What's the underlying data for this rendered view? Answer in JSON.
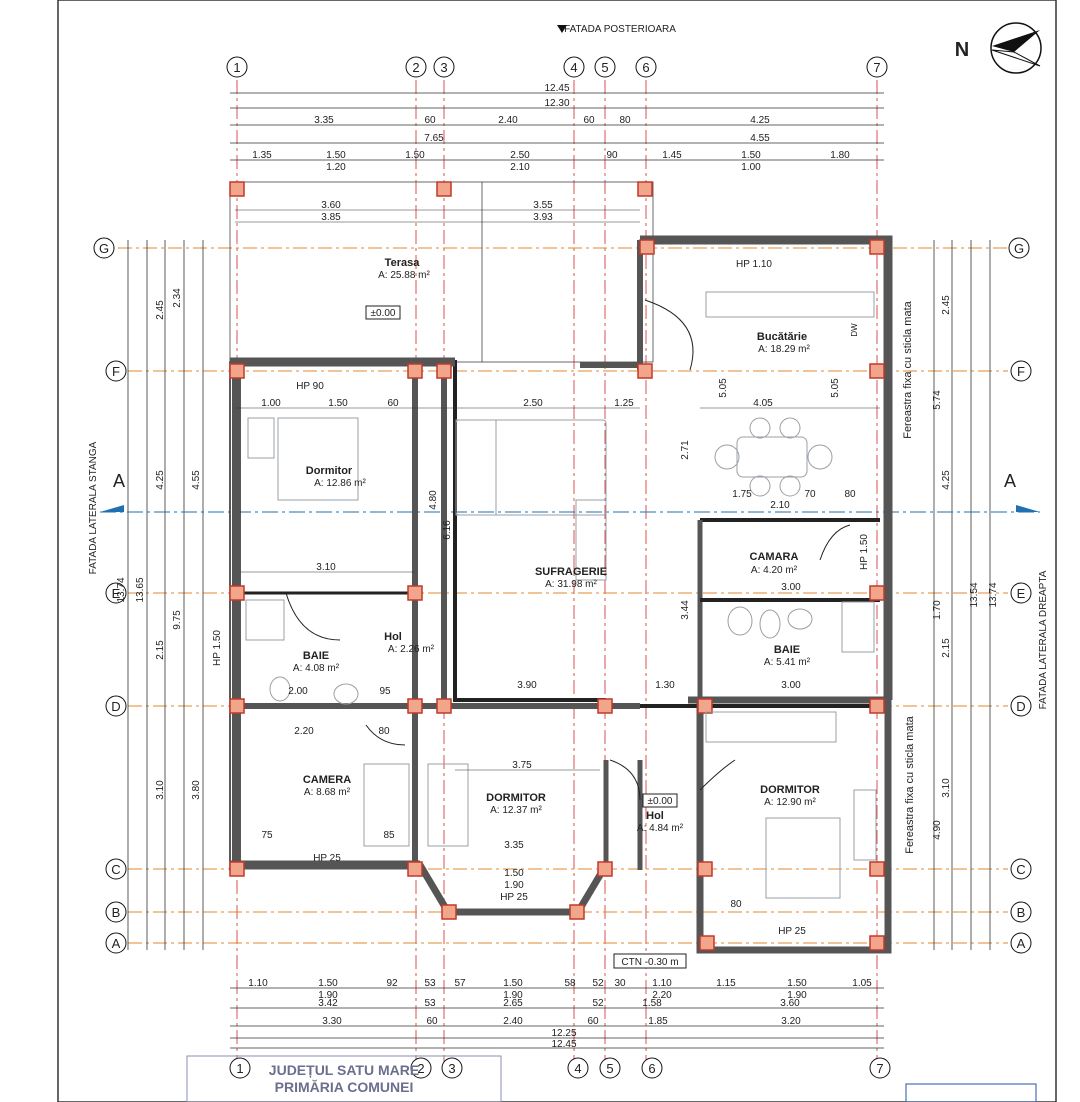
{
  "header": {
    "rear_facade": "FATADA POSTERIOARA",
    "north": "N"
  },
  "side_labels": {
    "left_facade": "FATADA LATERALA STANGA",
    "right_facade": "FATADA LATERALA DREAPTA",
    "section_mark": "A"
  },
  "axes": {
    "columns": [
      "1",
      "2",
      "3",
      "4",
      "5",
      "6",
      "7"
    ],
    "rows": [
      "G",
      "F",
      "E",
      "D",
      "C",
      "B",
      "A"
    ]
  },
  "dimensions": {
    "top": [
      [
        "12.45"
      ],
      [
        "12.30"
      ],
      [
        "3.35",
        "60",
        "2.40",
        "60",
        "80",
        "4.25"
      ],
      [
        "7.65",
        "4.55"
      ],
      [
        "1.35",
        "1.50",
        "1.50",
        "2.50",
        "90",
        "1.45",
        "1.50",
        "1.80"
      ],
      [
        "1.20",
        "2.10",
        "1.00"
      ]
    ],
    "bottom": [
      [
        "1.10",
        "1.50",
        "92",
        "53",
        "57",
        "1.50",
        "58",
        "52",
        "30",
        "1.10",
        "1.15",
        "1.50",
        "1.05"
      ],
      [
        "1.90",
        "1.90",
        "2.20",
        "1.90"
      ],
      [
        "3.42",
        "53",
        "2.65",
        "52",
        "1.58",
        "3.60"
      ],
      [
        "3.30",
        "60",
        "2.40",
        "60",
        "1.85",
        "3.20"
      ],
      [
        "12.25"
      ],
      [
        "12.45"
      ]
    ],
    "left": [
      "13.74",
      "13.65",
      "9.75",
      "4.25",
      "4.55",
      "2.45",
      "2.34",
      "2.15",
      "3.10",
      "3.80"
    ],
    "right": [
      "13.74",
      "13.54",
      "2.45",
      "5.74",
      "4.25",
      "1.70",
      "2.15",
      "3.10",
      "4.90"
    ]
  },
  "rooms": [
    {
      "name": "Terasa",
      "area": "A: 25.88 m²"
    },
    {
      "name": "Bucătărie",
      "area": "A: 18.29 m²"
    },
    {
      "name": "Dormitor",
      "area": "A: 12.86 m²"
    },
    {
      "name": "SUFRAGERIE",
      "area": "A: 31.98 m²"
    },
    {
      "name": "CAMARA",
      "area": "A: 4.20 m²"
    },
    {
      "name": "BAIE",
      "area": "A: 4.08 m²"
    },
    {
      "name": "Hol",
      "area": "A: 2.26 m²"
    },
    {
      "name": "BAIE",
      "area": "A: 5.41 m²"
    },
    {
      "name": "CAMERA",
      "area": "A: 8.68 m²"
    },
    {
      "name": "DORMITOR",
      "area": "A: 12.37 m²"
    },
    {
      "name": "Hol",
      "area": "A: 4.84 m²"
    },
    {
      "name": "DORMITOR",
      "area": "A: 12.90 m²"
    }
  ],
  "levels": {
    "terrace": "±0.00",
    "hall": "±0.00",
    "ctn": "CTN -0.30 m"
  },
  "window_labels": [
    "HP 90",
    "HP 1.10",
    "HP 1.50",
    "HP 1.50",
    "HP 25",
    "HP 25",
    "HP 25"
  ],
  "notes": {
    "glass_top": "Fereastra fixa cu sticla mata",
    "glass_bottom": "Fereastra fixa cu sticla mata",
    "dw": "DW"
  },
  "interior_dims": [
    "3.60",
    "3.55",
    "3.85",
    "3.93",
    "1.00",
    "1.50",
    "60",
    "2.50",
    "1.25",
    "4.05",
    "1.75",
    "70",
    "80",
    "2.10",
    "3.10",
    "2.00",
    "95",
    "2.20",
    "80",
    "3.90",
    "1.30",
    "3.75",
    "3.35",
    "1.50",
    "1.90",
    "75",
    "85",
    "3.00",
    "3.00",
    "80",
    "6.16",
    "5.05",
    "5.05",
    "2.71",
    "3.44",
    "4.80"
  ],
  "stamp": {
    "line1": "JUDEȚUL SATU MARE",
    "line2": "PRIMĂRIA COMUNEI"
  }
}
